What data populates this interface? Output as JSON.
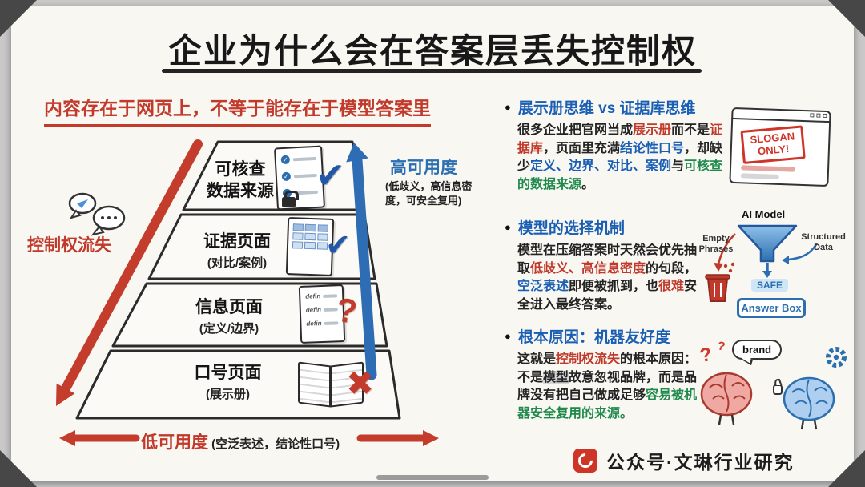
{
  "title": "企业为什么会在答案层丢失控制权",
  "subtitle": "内容存在于网页上，不等于能存在于模型答案里",
  "pyramid": {
    "left_arrow_label": "控制权流失",
    "right_arrow_label": "高可用度",
    "right_arrow_note": "(低歧义，高信息密度，可安全复用)",
    "bottom_label": "低可用度",
    "bottom_note": " (空泛表述，结论性口号)",
    "layers": [
      {
        "title": "可核查",
        "title2": "数据来源",
        "sub": ""
      },
      {
        "title": "证据页面",
        "title2": "",
        "sub": "(对比/案例)"
      },
      {
        "title": "信息页面",
        "title2": "",
        "sub": "(定义/边界)"
      },
      {
        "title": "口号页面",
        "title2": "",
        "sub": "(展示册)"
      }
    ]
  },
  "sections": [
    {
      "header": "展示册思维 vs 证据库思维",
      "body": [
        {
          "t": "很多企业把官网当成"
        },
        {
          "t": "展示册",
          "c": "red"
        },
        {
          "t": "而不是"
        },
        {
          "t": "证据库",
          "c": "red"
        },
        {
          "t": "，页面里充满"
        },
        {
          "t": "结论性口号",
          "c": "blue"
        },
        {
          "t": "，却缺少"
        },
        {
          "t": "定义、边界、对比、案例",
          "c": "blue"
        },
        {
          "t": "与"
        },
        {
          "t": "可核查的数据来源",
          "c": "green"
        },
        {
          "t": "。"
        }
      ]
    },
    {
      "header": "模型的选择机制",
      "body": [
        {
          "t": "模型在压缩答案时天然会优先抽取"
        },
        {
          "t": "低歧义、高信息密度",
          "c": "red"
        },
        {
          "t": "的句段，"
        },
        {
          "t": "空泛表述",
          "c": "blue"
        },
        {
          "t": "即便被抓到，也"
        },
        {
          "t": "很难",
          "c": "red"
        },
        {
          "t": "安全进入最终答案。"
        }
      ]
    },
    {
      "header": "根本原因：机器友好度",
      "body": [
        {
          "t": "这就是"
        },
        {
          "t": "控制权流失",
          "c": "red"
        },
        {
          "t": "的根本原因：不是"
        },
        {
          "t": "模型",
          "c": "mark"
        },
        {
          "t": "故意忽视品牌，而是品牌没有把自己做成足够"
        },
        {
          "t": "容易被机器安全复用的来源。",
          "c": "green"
        }
      ]
    }
  ],
  "illustrations": {
    "slogan_stamp": "SLOGAN ONLY!",
    "ai_model": "AI Model",
    "empty_phrases": "Empty Phrases",
    "structured_data": "Structured Data",
    "safe": "SAFE",
    "answer_box": "Answer Box",
    "brand": "brand"
  },
  "icons": {
    "check": "✔",
    "cross": "✖",
    "question": "?",
    "question2": "?",
    "bullet": "●",
    "defin": "defin",
    "chk": "✓"
  },
  "footer": {
    "label": "公众号·文琳行业研究"
  },
  "colors": {
    "red": "#c0392b",
    "blue": "#1a5fb4",
    "green": "#1f8a4c",
    "accent_blue": "#2c6fb0"
  }
}
